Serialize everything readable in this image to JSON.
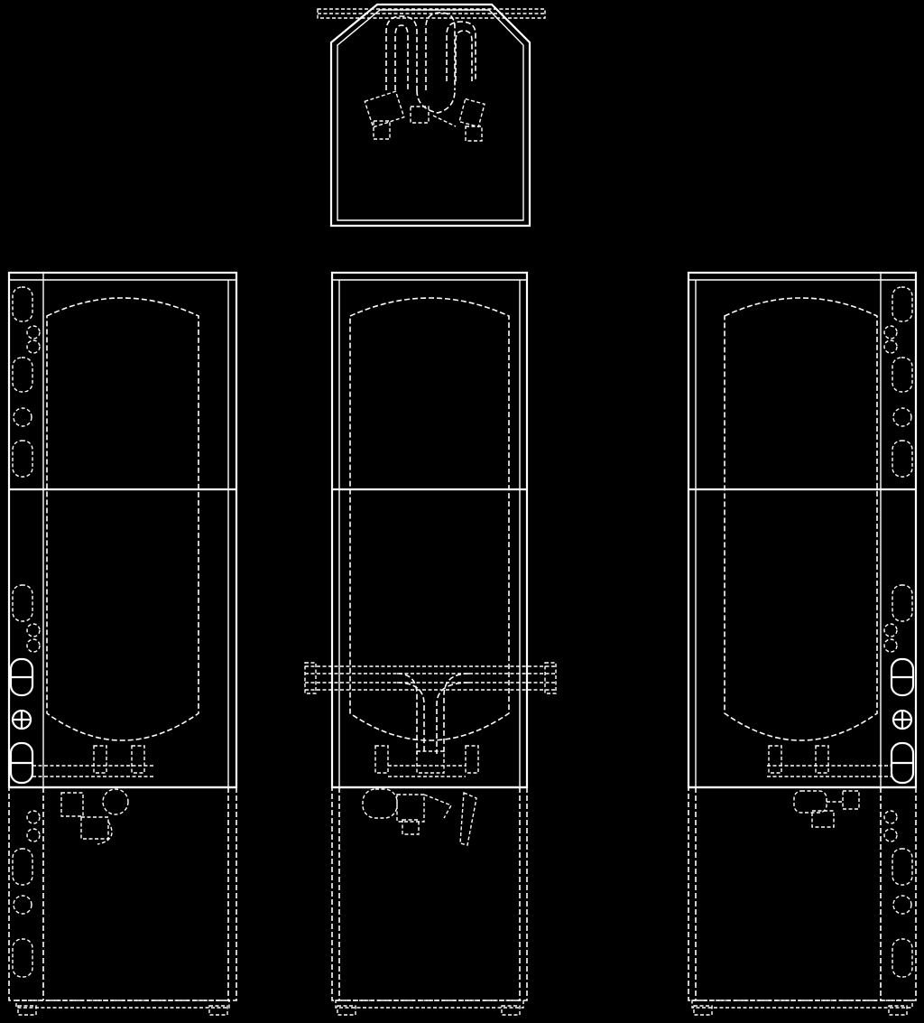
{
  "drawing": {
    "background": "#000000",
    "line_color": "#ffffff",
    "views": [
      {
        "id": "top-view",
        "name": "top-view"
      },
      {
        "id": "left-view",
        "name": "left-side-view"
      },
      {
        "id": "front-view",
        "name": "front-view"
      },
      {
        "id": "right-view",
        "name": "right-side-view"
      }
    ]
  }
}
